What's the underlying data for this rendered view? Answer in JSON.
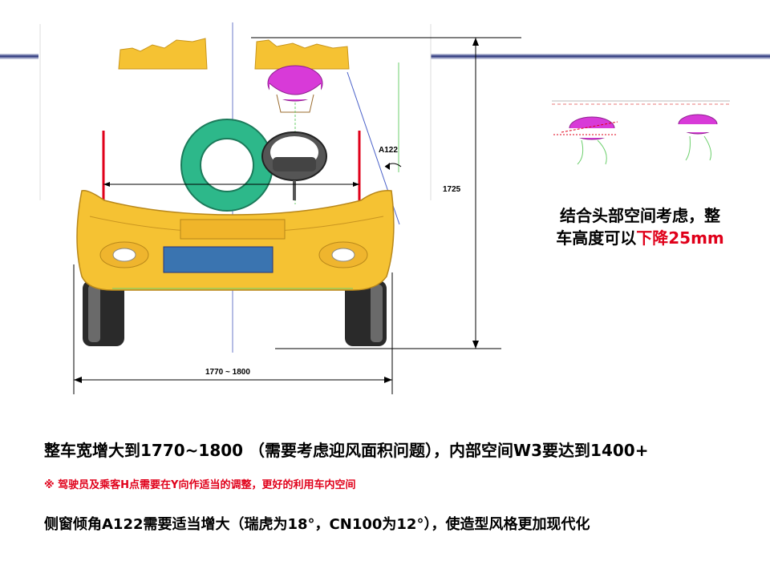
{
  "dimensions": {
    "vehicle_width": "1770 ~ 1800",
    "vehicle_height": "1725",
    "interior_width": "≥1400",
    "window_angle": "A122"
  },
  "side_note": {
    "line1": "结合头部空间考虑，整",
    "line2_prefix": "车高度可以",
    "line2_highlight": "下降25mm"
  },
  "notes": {
    "main": "整车宽增大到1770~1800 （需要考虑迎风面积问题），内部空间W3要达到1400+",
    "warning": "※ 驾驶员及乘客H点需要在Y向作适当的调整，更好的利用车内空间",
    "window": "侧窗倾角A122需要适当增大（瑞虎为18°，CN100为12°），使造型风格更加现代化"
  },
  "colors": {
    "car_body": "#f5c233",
    "spare_tire": "#2db88a",
    "head": "#d83ad8",
    "accent_red": "#e0001a",
    "bar_blue": "#27327a"
  }
}
